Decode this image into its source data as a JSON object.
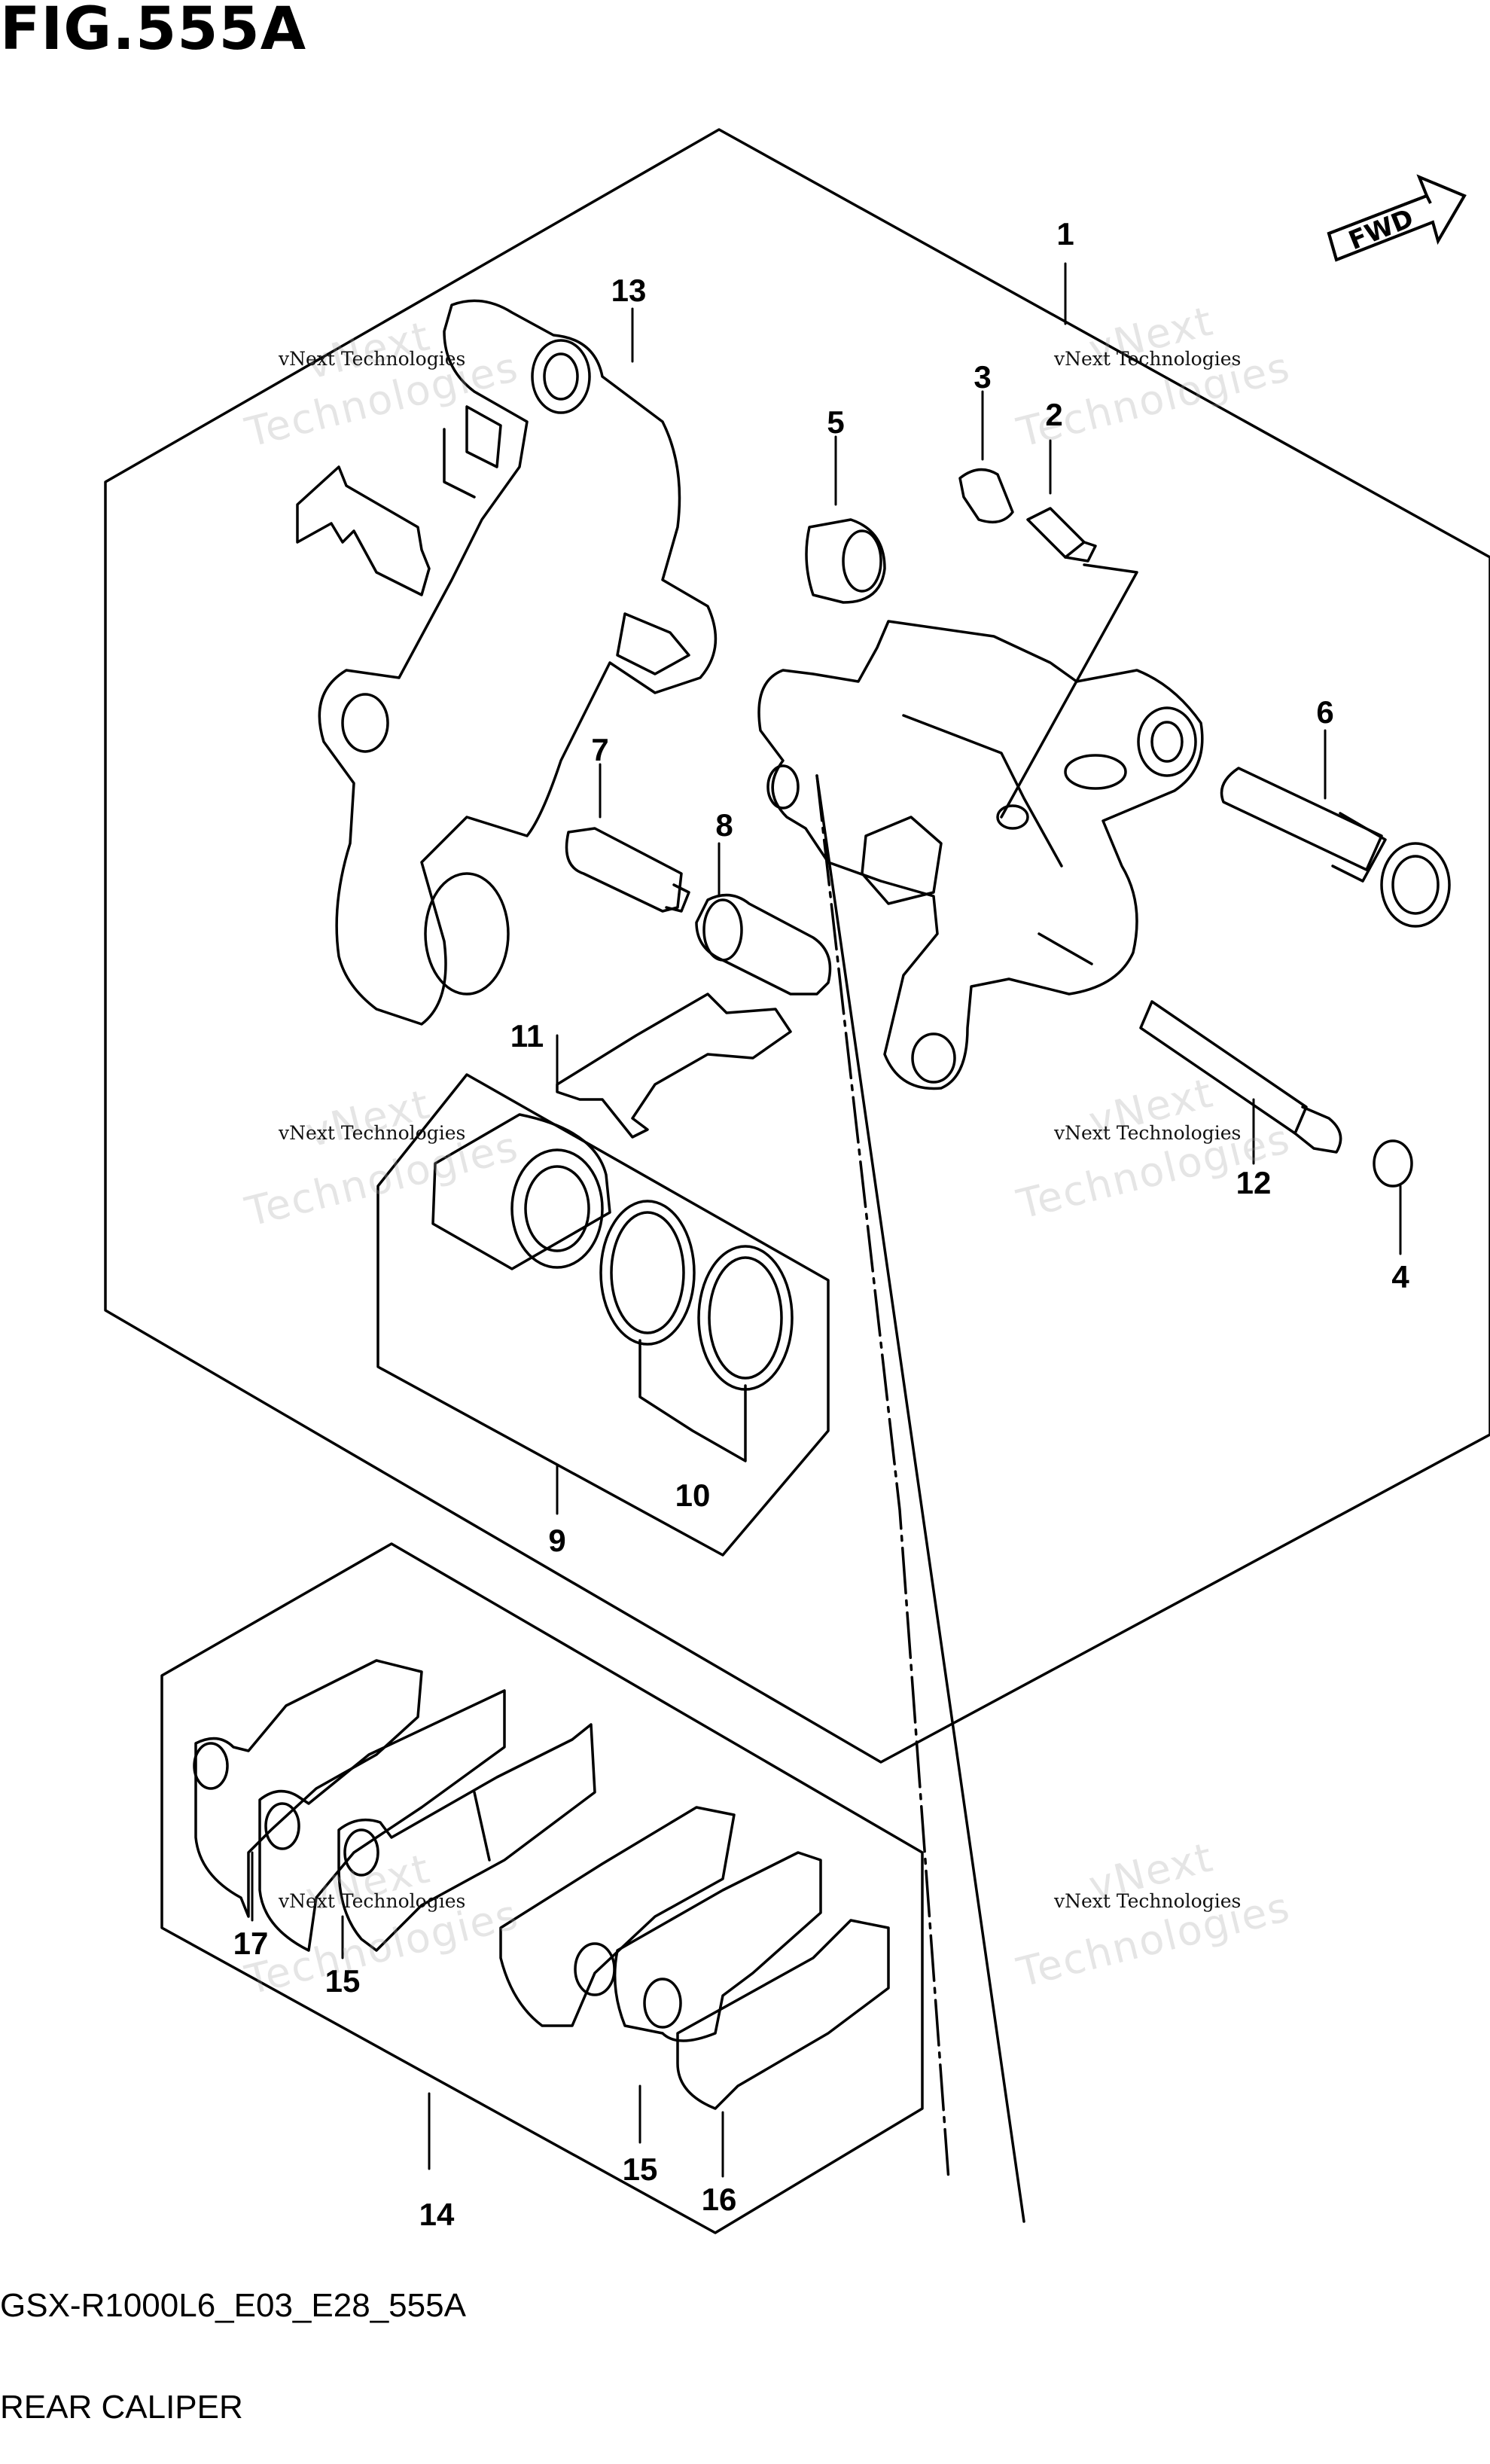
{
  "figure": {
    "title": "FIG.555A",
    "code": "GSX-R1000L6_E03_E28_555A",
    "name": "REAR CALIPER"
  },
  "direction_arrow": {
    "label": "FWD",
    "icon": "fwd-arrow-icon"
  },
  "watermark": {
    "text": "vNext Technologies",
    "ghost_word_1": "vNext",
    "ghost_word_2": "Technologies"
  },
  "callouts": {
    "c1": "1",
    "c2": "2",
    "c3": "3",
    "c4": "4",
    "c5": "5",
    "c6": "6",
    "c7": "7",
    "c8": "8",
    "c9": "9",
    "c10": "10",
    "c11": "11",
    "c12": "12",
    "c13": "13",
    "c14": "14",
    "c15a": "15",
    "c15b": "15",
    "c16": "16",
    "c17": "17"
  }
}
